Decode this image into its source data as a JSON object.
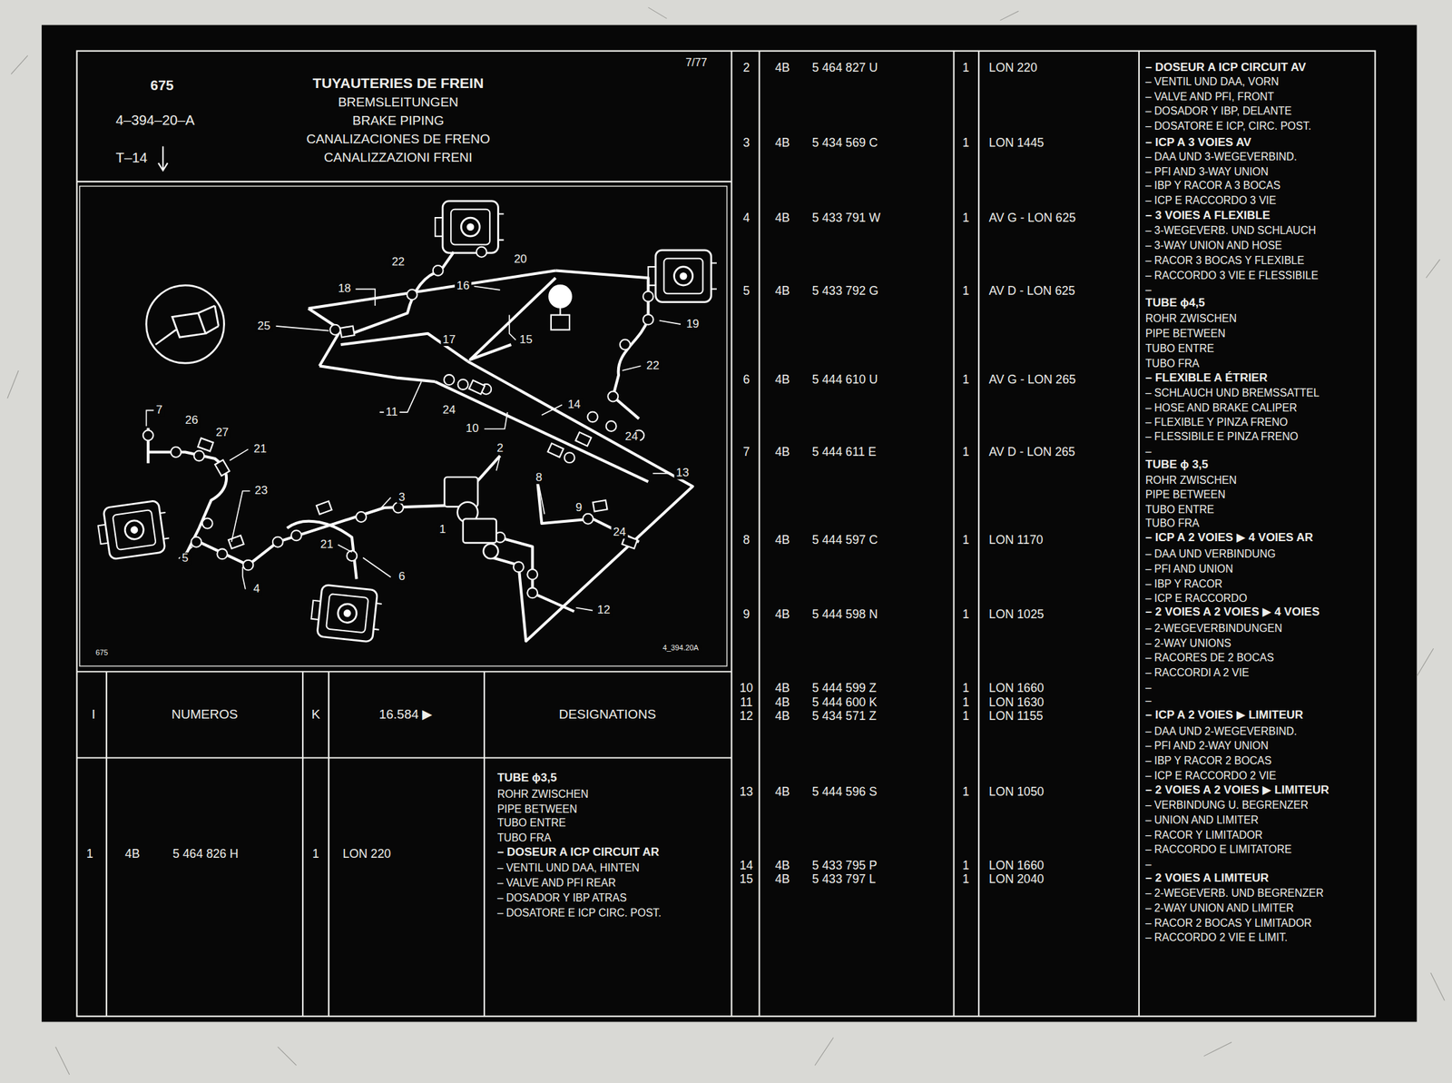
{
  "diagram": {
    "title": "TUYAUTERIES DE FREIN",
    "labels": [
      "675",
      "4–394–20–A",
      "T–14",
      "BREMSLEITUNGEN",
      "BRAKE PIPING",
      "CANALIZACIONES DE FRENO",
      "CANALIZZAZIONI FRENI",
      "7/77",
      "22",
      "20",
      "18",
      "16",
      "25",
      "17",
      "15",
      "19",
      "22",
      "11",
      "24",
      "14",
      "10",
      "24",
      "13",
      "7",
      "26",
      "27",
      "21",
      "23",
      "3",
      "2",
      "8",
      "9",
      "1",
      "24",
      "21",
      "5",
      "6",
      "4",
      "12",
      "675",
      "4_394.20A",
      "I",
      "NUMEROS",
      "K",
      "16.584 ▶",
      "DESIGNATIONS",
      "1",
      "4B",
      "5 464 826 H",
      "1",
      "LON 220",
      "TUBE ϕ3,5",
      "ROHR ZWISCHEN",
      "PIPE BETWEEN",
      "TUBO ENTRE",
      "TUBO FRA",
      "– DOSEUR A ICP CIRCUIT AR",
      "– VENTIL UND DAA, HINTEN",
      "– VALVE AND PFI REAR",
      "– DOSADOR Y IBP ATRAS",
      "– DOSATORE E ICP CIRC. POST.",
      "2",
      "4B",
      "5 464 827 U",
      "1",
      "LON 220",
      "3",
      "4B",
      "5 434 569 C",
      "1",
      "LON 1445",
      "4",
      "4B",
      "5 433 791 W",
      "1",
      "AV G - LON 625",
      "5",
      "4B",
      "5 433 792 G",
      "1",
      "AV D - LON 625",
      "6",
      "4B",
      "5 444 610 U",
      "1",
      "AV G - LON 265",
      "7",
      "4B",
      "5 444 611 E",
      "1",
      "AV D - LON 265",
      "8",
      "4B",
      "5 444 597 C",
      "1",
      "LON 1170",
      "9",
      "4B",
      "5 444 598 N",
      "1",
      "LON 1025",
      "10",
      "4B",
      "5 444 599 Z",
      "1",
      "LON 1660",
      "11",
      "4B",
      "5 444 600 K",
      "1",
      "LON 1630",
      "12",
      "4B",
      "5 434 571 Z",
      "1",
      "LON 1155",
      "13",
      "4B",
      "5 444 596 S",
      "1",
      "LON 1050",
      "14",
      "4B",
      "5 433 795 P",
      "1",
      "LON 1660",
      "15",
      "4B",
      "5 433 797 L",
      "1",
      "LON 2040",
      "– DOSEUR A ICP CIRCUIT AV",
      "– VENTIL UND DAA, VORN",
      "– VALVE AND PFI, FRONT",
      "– DOSADOR Y IBP, DELANTE",
      "– DOSATORE E ICP, CIRC. POST.",
      "– ICP A 3 VOIES AV",
      "– DAA UND 3-WEGEVERBIND.",
      "– PFI AND 3-WAY UNION",
      "– IBP Y RACOR A 3 BOCAS",
      "– ICP E RACCORDO 3 VIE",
      "– 3 VOIES A FLEXIBLE",
      "– 3-WEGEVERB. UND SCHLAUCH",
      "– 3-WAY UNION AND HOSE",
      "– RACOR 3 BOCAS Y FLEXIBLE",
      "– RACCORDO 3 VIE E FLESSIBILE",
      "–",
      "TUBE ϕ4,5",
      "ROHR ZWISCHEN",
      "PIPE BETWEEN",
      "TUBO ENTRE",
      "TUBO FRA",
      "– FLEXIBLE A ÉTRIER",
      "– SCHLAUCH UND BREMSSATTEL",
      "– HOSE AND BRAKE CALIPER",
      "– FLEXIBLE Y PINZA FRENO",
      "– FLESSIBILE E PINZA FRENO",
      "–",
      "TUBE ϕ 3,5",
      "ROHR ZWISCHEN",
      "PIPE BETWEEN",
      "TUBO ENTRE",
      "TUBO FRA",
      "– ICP A 2 VOIES ▶ 4 VOIES AR",
      "– DAA UND VERBINDUNG",
      "– PFI AND UNION",
      "– IBP Y RACOR",
      "– ICP E RACCORDO",
      "– 2 VOIES A 2 VOIES ▶ 4 VOIES",
      "– 2-WEGEVERBINDUNGEN",
      "– 2-WAY UNIONS",
      "– RACORES DE 2 BOCAS",
      "– RACCORDI A 2 VIE",
      "–",
      "–",
      "– ICP A 2 VOIES ▶ LIMITEUR",
      "– DAA UND 2-WEGEVERBIND.",
      "– PFI AND 2-WAY UNION",
      "– IBP Y RACOR 2 BOCAS",
      "– ICP E RACCORDO 2 VIE",
      "– 2 VOIES A 2 VOIES ▶ LIMITEUR",
      "– VERBINDUNG U. BEGRENZER",
      "– UNION AND LIMITER",
      "– RACOR Y LIMITADOR",
      "– RACCORDO E LIMITATORE",
      "–",
      "– 2 VOIES A LIMITEUR",
      "– 2-WEGEVERB. UND BEGRENZER",
      "– 2-WAY UNION AND LIMITER",
      "– RACOR 2 BOCAS Y LIMITADOR",
      "– RACCORDO 2 VIE E LIMIT."
    ]
  }
}
